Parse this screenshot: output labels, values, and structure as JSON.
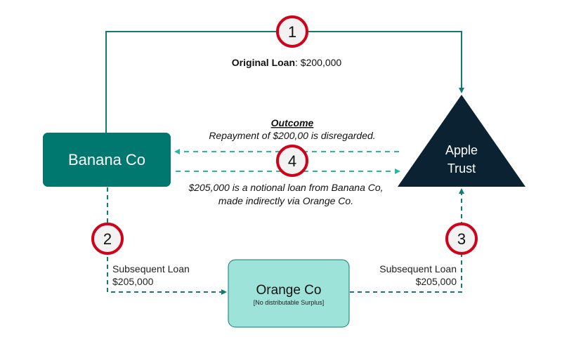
{
  "entities": {
    "banana": {
      "label": "Banana Co"
    },
    "apple": {
      "line1": "Apple",
      "line2": "Trust"
    },
    "orange": {
      "label": "Orange Co",
      "note": "[No distributable Surplus]"
    }
  },
  "steps": [
    {
      "number": "1"
    },
    {
      "number": "2"
    },
    {
      "number": "3"
    },
    {
      "number": "4"
    }
  ],
  "original_loan": {
    "label": "Original Loan",
    "amount": ": $200,000"
  },
  "subsequent_loan_left": {
    "line1": "Subsequent Loan",
    "line2": "$205,000"
  },
  "subsequent_loan_right": {
    "line1": "Subsequent Loan",
    "line2": "$205,000"
  },
  "outcome": {
    "title": "Outcome",
    "repayment": "Repayment of $200,00 is disregarded.",
    "notional_line1": "$205,000 is a notional loan from Banana Co,",
    "notional_line2": "made indirectly via Orange Co."
  },
  "colors": {
    "teal_dark": "#00776f",
    "teal_line": "#0f7b72",
    "teal_dash": "#2ab7a0",
    "navy": "#0b2233",
    "orange_fill": "#9ee3da",
    "circle_red": "#d0021b",
    "circle_fill": "#f2f2f2"
  }
}
